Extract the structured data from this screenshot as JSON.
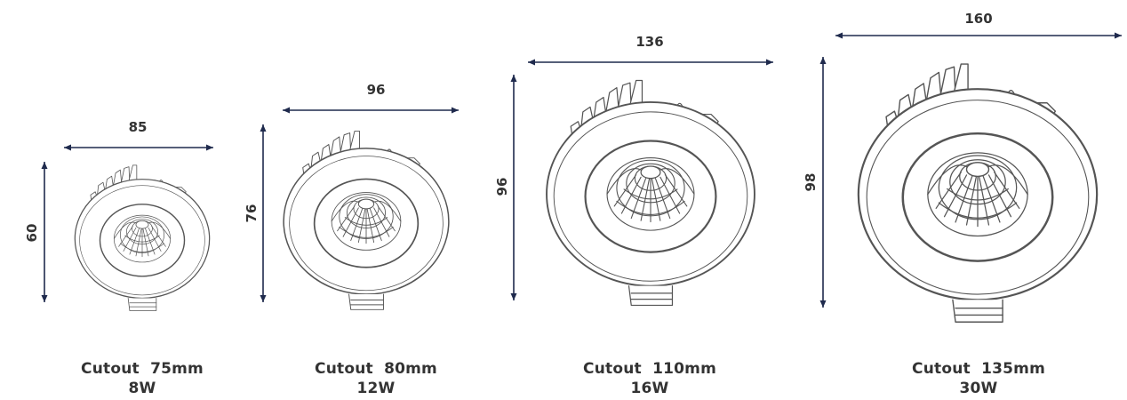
{
  "dimension_color": "#1f2a4d",
  "text_color": "#333333",
  "products": [
    {
      "width_label": "85",
      "height_label": "60",
      "cutout": "Cutout  75mm",
      "power": "8W",
      "icon": "downlight-small-icon"
    },
    {
      "width_label": "96",
      "height_label": "76",
      "cutout": "Cutout  80mm",
      "power": "12W",
      "icon": "downlight-medium-icon"
    },
    {
      "width_label": "136",
      "height_label": "96",
      "cutout": "Cutout  110mm",
      "power": "16W",
      "icon": "downlight-large-icon"
    },
    {
      "width_label": "160",
      "height_label": "98",
      "cutout": "Cutout  135mm",
      "power": "30W",
      "icon": "downlight-xlarge-icon"
    }
  ]
}
